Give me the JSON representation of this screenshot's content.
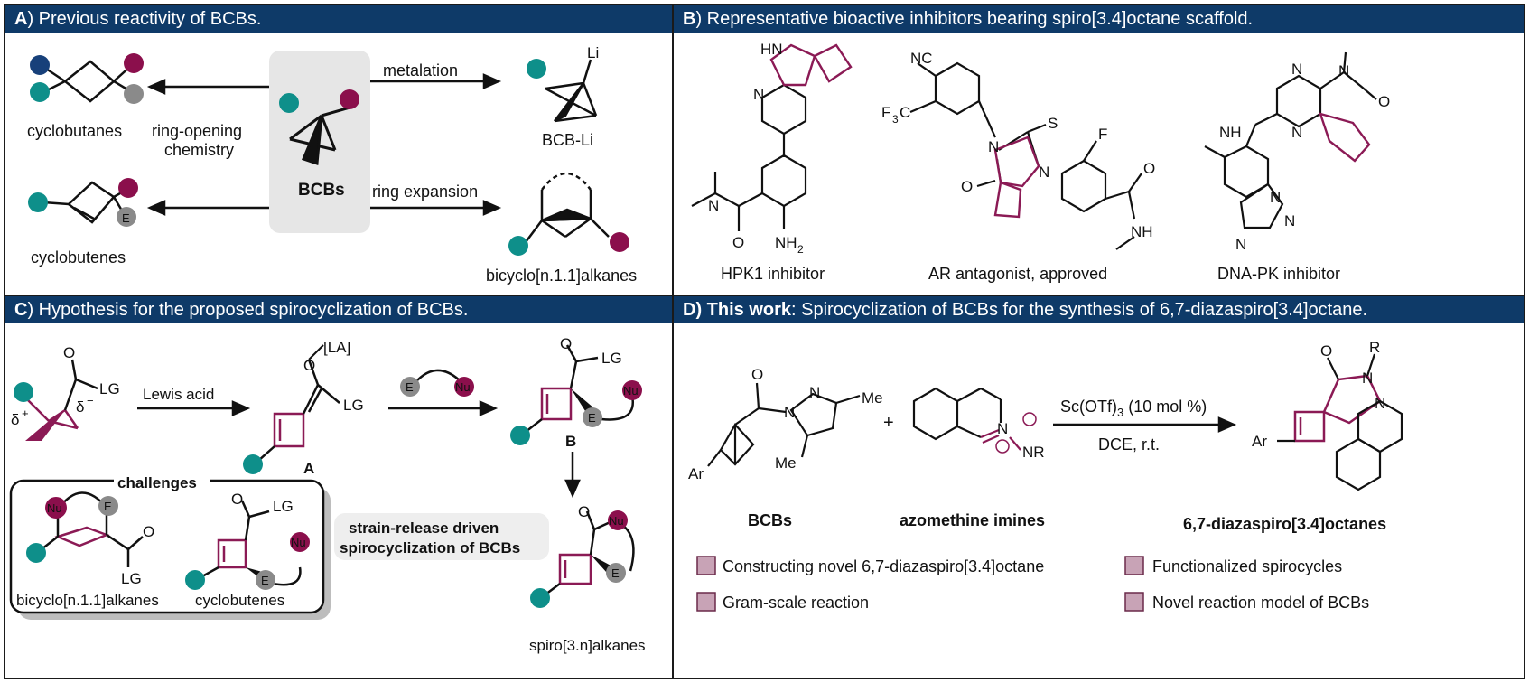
{
  "colors": {
    "header_bg": "#0e3a68",
    "teal": "#0e8f8a",
    "maroon": "#8b0f4c",
    "navy": "#17407a",
    "gray": "#8a8a8a",
    "scaffold": "#8b1a55",
    "ink": "#111111"
  },
  "panelA": {
    "header_letter": "A",
    "header_text": ") Previous reactivity of BCBs.",
    "center_label": "BCBs",
    "left_top_arrow_label_1": "ring-opening",
    "left_top_arrow_label_2": "chemistry",
    "right_top_arrow_label": "metalation",
    "right_bottom_arrow_label": "ring expansion",
    "cyclobutanes": "cyclobutanes",
    "cyclobutenes": "cyclobutenes",
    "bcb_li": "BCB-Li",
    "li_atom": "Li",
    "e_atom": "E",
    "bicyclo": "bicyclo[n.1.1]alkanes"
  },
  "panelB": {
    "header_letter": "B",
    "header_text": ") Representative bioactive inhibitors bearing spiro[3.4]octane scaffold.",
    "hpk1": "HPK1 inhibitor",
    "ar": "AR antagonist, approved",
    "dnapk": "DNA-PK inhibitor",
    "atoms": {
      "hn": "HN",
      "n": "N",
      "nh2": "NH",
      "two": "2",
      "o": "O",
      "nc": "NC",
      "f3c": "F",
      "three": "3",
      "c": "C",
      "s": "S",
      "f": "F",
      "nh": "NH"
    }
  },
  "panelC": {
    "header_letter": "C",
    "header_text": ") Hypothesis for the proposed spirocyclization of BCBs.",
    "lewis_acid": "Lewis acid",
    "la": "[LA]",
    "lg": "LG",
    "o": "O",
    "delta_plus": "δ",
    "plus": "+",
    "delta_minus": "δ",
    "minus": "−",
    "intA": "A",
    "intB": "B",
    "e": "E",
    "nu": "Nu",
    "challenges": "challenges",
    "bicyclo": "bicyclo[n.1.1]alkanes",
    "cyclobutenes": "cyclobutenes",
    "strain_1": "strain-release driven",
    "strain_2": "spirocyclization of BCBs",
    "spiro": "spiro[3.n]alkanes"
  },
  "panelD": {
    "header_bold": "D) This work",
    "header_text": ": Spirocyclization of BCBs for the  synthesis of 6,7-diazaspiro[3.4]octane.",
    "conditions_1": "Sc(OTf)",
    "conditions_1_sub": "3",
    "conditions_1_rest": " (10 mol %)",
    "conditions_2": "DCE, r.t.",
    "bcbs": "BCBs",
    "azomethine": "azomethine imines",
    "product": "6,7-diazaspiro[3.4]octanes",
    "plus": "+",
    "atoms": {
      "o": "O",
      "n": "N",
      "me": "Me",
      "ar": "Ar",
      "r": "R",
      "nr": "NR"
    },
    "features": [
      "Constructing novel 6,7-diazaspiro[3.4]octane",
      "Gram-scale reaction",
      "Functionalized spirocycles",
      "Novel reaction model of BCBs"
    ]
  }
}
